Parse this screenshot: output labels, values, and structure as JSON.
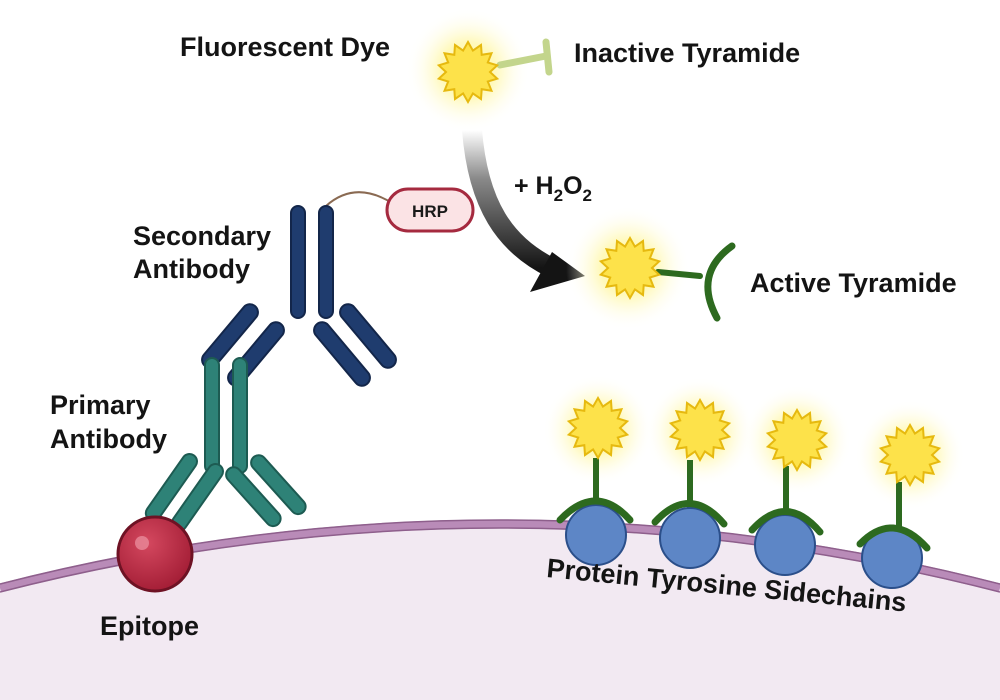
{
  "labels": {
    "fluorescent_dye": "Fluorescent Dye",
    "inactive_tyramide": "Inactive Tyramide",
    "reagent_prefix": "+ H",
    "reagent_sub1": "2",
    "reagent_mid": "O",
    "reagent_sub2": "2",
    "hrp": "HRP",
    "secondary_antibody_line1": "Secondary",
    "secondary_antibody_line2": "Antibody",
    "active_tyramide": "Active Tyramide",
    "primary_antibody_line1": "Primary",
    "primary_antibody_line2": "Antibody",
    "epitope": "Epitope",
    "protein_tyrosine_sidechains": "Protein Tyrosine Sidechains"
  },
  "colors": {
    "secondary_antibody": "#1f3c6e",
    "primary_antibody": "#2e8277",
    "epitope": "#b0243c",
    "hrp_fill": "#fbe3e5",
    "hrp_stroke": "#a52a3f",
    "dye_fill": "#fde24a",
    "dye_glow": "#fff59a",
    "inactive_tyramide": "#c3d58c",
    "active_tyramide": "#2d6a1f",
    "tyrosine": "#5d86c6",
    "membrane": "#b98bb8",
    "cytoplasm": "#f2e9f2"
  }
}
